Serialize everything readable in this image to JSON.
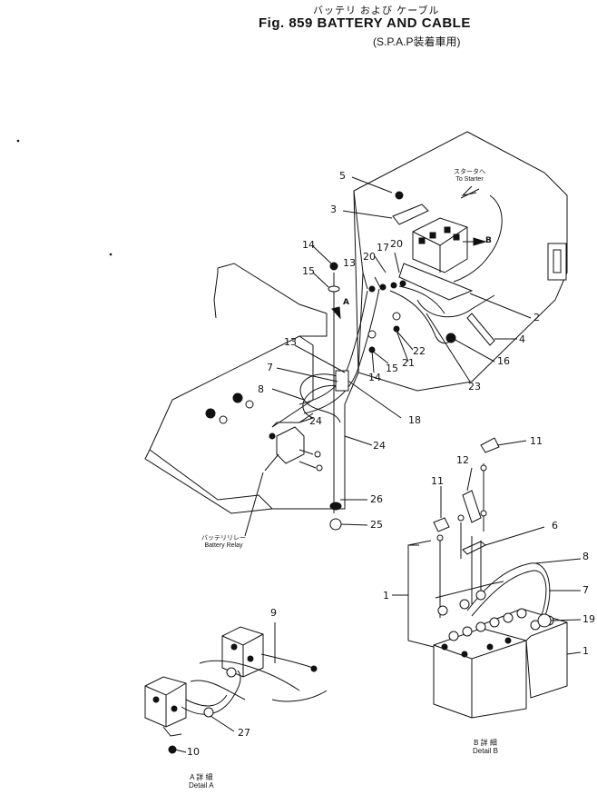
{
  "title": {
    "japanese": "バッテリ および ケーブル",
    "english": "Fig. 859 BATTERY AND CABLE",
    "subtitle": "(S.P.A.P装着車用)"
  },
  "notes": {
    "to_starter_jp": "スタータへ",
    "to_starter_en": "To Starter",
    "battery_relay_jp": "バッテリリレー",
    "battery_relay_en": "Battery Relay",
    "view_a": "A",
    "view_b": "B"
  },
  "details": {
    "a_jp": "A 詳 細",
    "a_en": "Detail A",
    "b_jp": "B 詳 細",
    "b_en": "Detail B"
  },
  "callouts": [
    "5",
    "3",
    "14",
    "15",
    "13",
    "20",
    "17",
    "20",
    "2",
    "4",
    "16",
    "23",
    "22",
    "21",
    "15",
    "14",
    "13",
    "7",
    "8",
    "18",
    "24",
    "24",
    "26",
    "25",
    "11",
    "12",
    "11",
    "6",
    "8",
    "7",
    "1",
    "19",
    "1",
    "9",
    "27",
    "10"
  ]
}
